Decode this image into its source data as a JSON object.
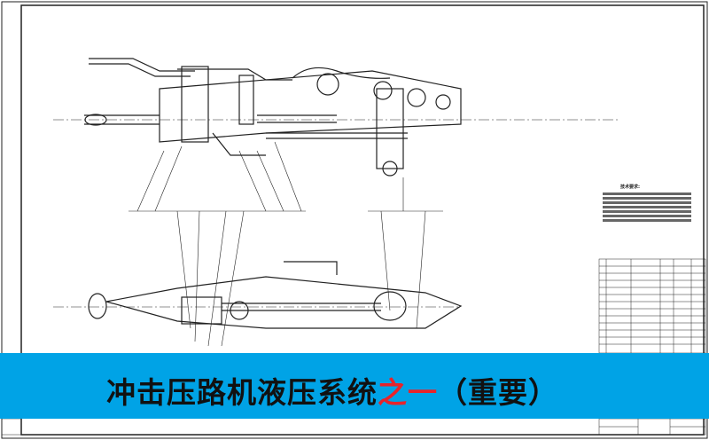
{
  "banner": {
    "title_main": "冲击压路机液压系统",
    "title_highlight": "之一",
    "title_suffix": "（重要）",
    "background_color": "#00a3e6",
    "highlight_color": "#e8232a"
  },
  "drawing": {
    "notes_heading": "技术要求:"
  }
}
